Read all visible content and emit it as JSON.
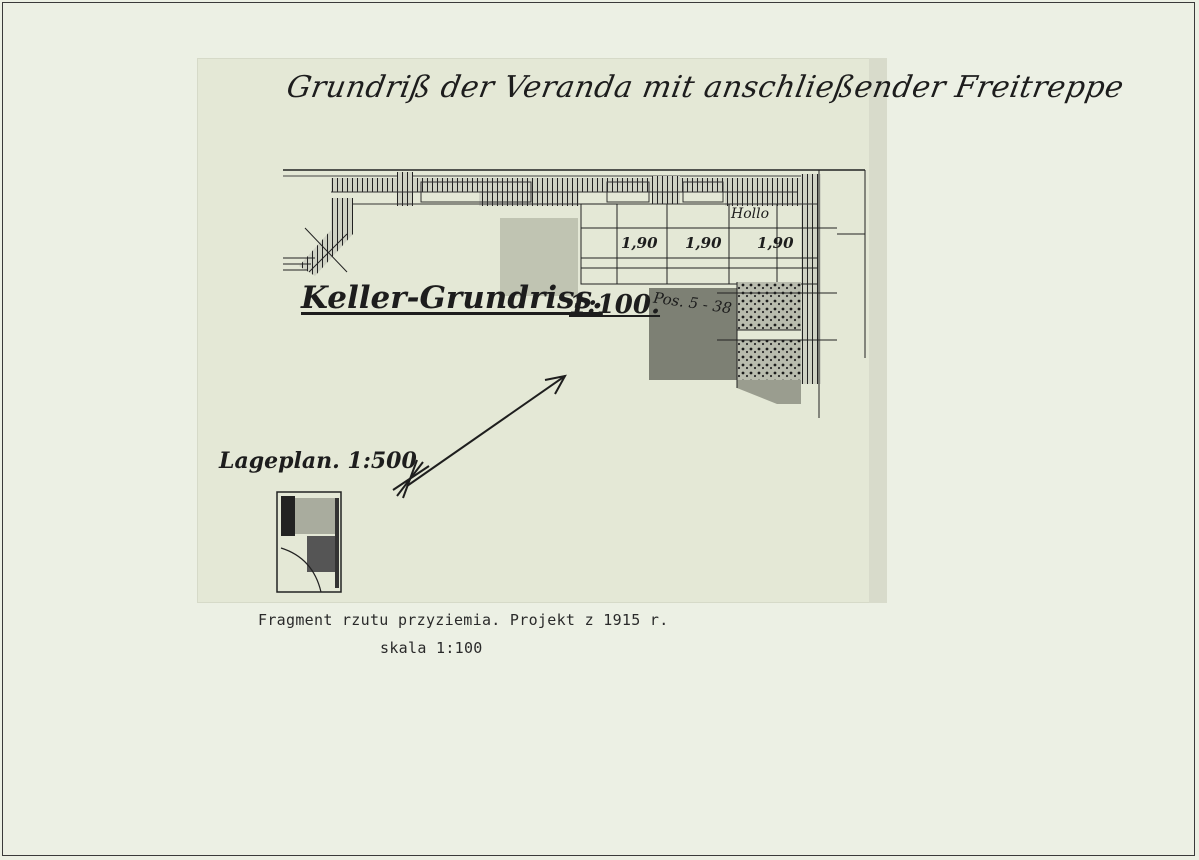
{
  "drawing": {
    "title_handwritten": "Grundriß der Veranda mit anschließender Freitreppe",
    "keller_title": "Keller-Grundriss.",
    "keller_scale": "1:100.",
    "lageplan": "Lageplan. 1:500",
    "position_label": "Pos. 5 - 38",
    "dimensions": [
      "1,90",
      "1,90",
      "1,90"
    ],
    "room_label": "Hollo"
  },
  "caption": {
    "line1": "Fragment rzutu przyziemia. Projekt z 1915 r.",
    "line2": "skala 1:100"
  }
}
